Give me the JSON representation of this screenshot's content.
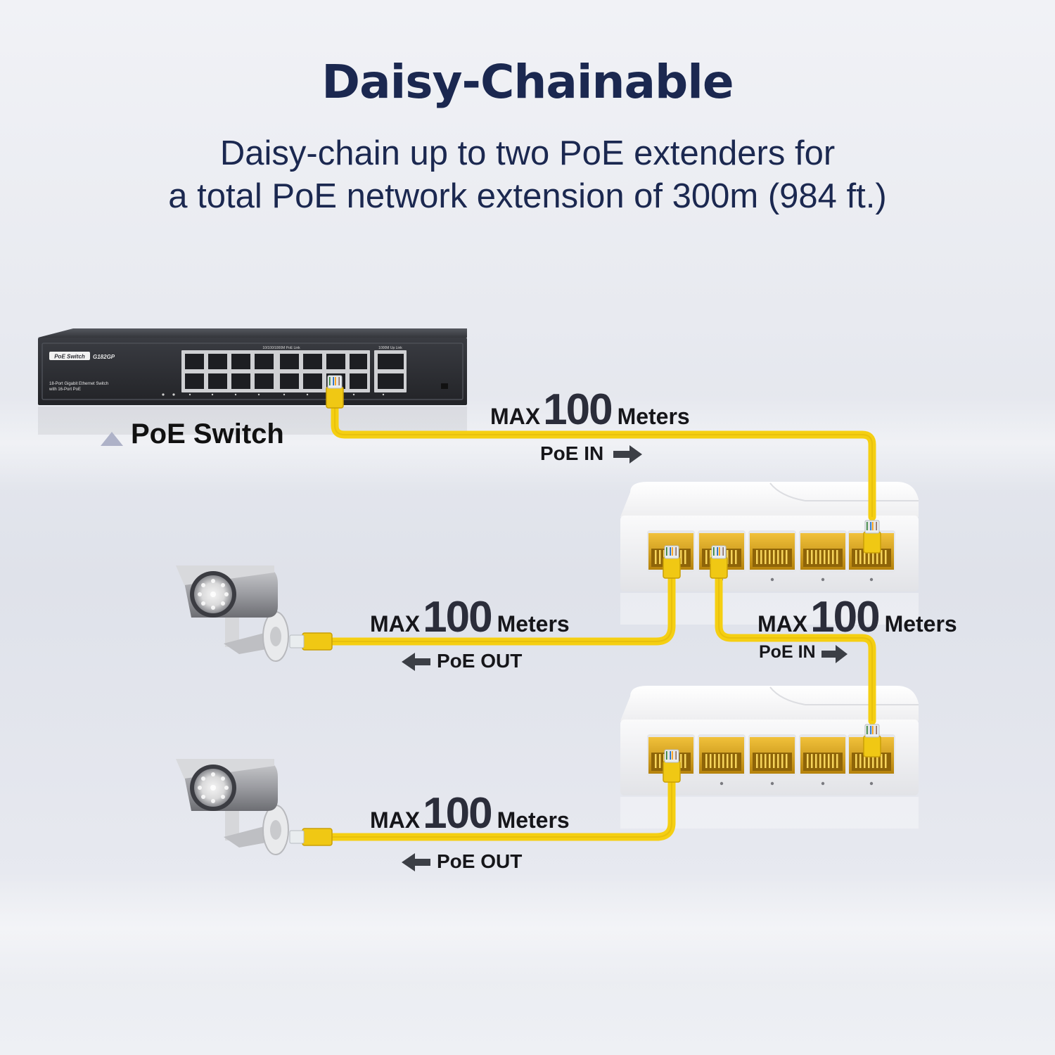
{
  "title": "Daisy-Chainable",
  "subtitle_lines": [
    "Daisy-chain up to two PoE extenders for",
    "a total PoE network extension of 300m (984 ft.)"
  ],
  "colors": {
    "cable": "#f5cf12",
    "heading": "#1b2850",
    "switch_body": "#2e3035",
    "extender_body": "#f5f5f6",
    "port_gold": "#d9a51a"
  },
  "switch": {
    "caption": "PoE Switch",
    "badge": "PoE Switch",
    "model": "G182GP",
    "desc_line1": "18-Port Gigabit Ethernet Switch",
    "desc_line2": "with 16-Port PoE",
    "ports_label": "10/100/1000M PoE Link",
    "uplink_label": "1000M Up Link"
  },
  "segments": [
    {
      "max_word": "MAX",
      "max_num": "100",
      "max_unit": "Meters",
      "direction": "PoE IN",
      "arrow": "right"
    },
    {
      "max_word": "MAX",
      "max_num": "100",
      "max_unit": "Meters",
      "direction": "PoE OUT",
      "arrow": "left"
    },
    {
      "max_word": "MAX",
      "max_num": "100",
      "max_unit": "Meters",
      "direction": "PoE IN",
      "arrow": "right"
    },
    {
      "max_word": "MAX",
      "max_num": "100",
      "max_unit": "Meters",
      "direction": "PoE OUT",
      "arrow": "left"
    }
  ]
}
